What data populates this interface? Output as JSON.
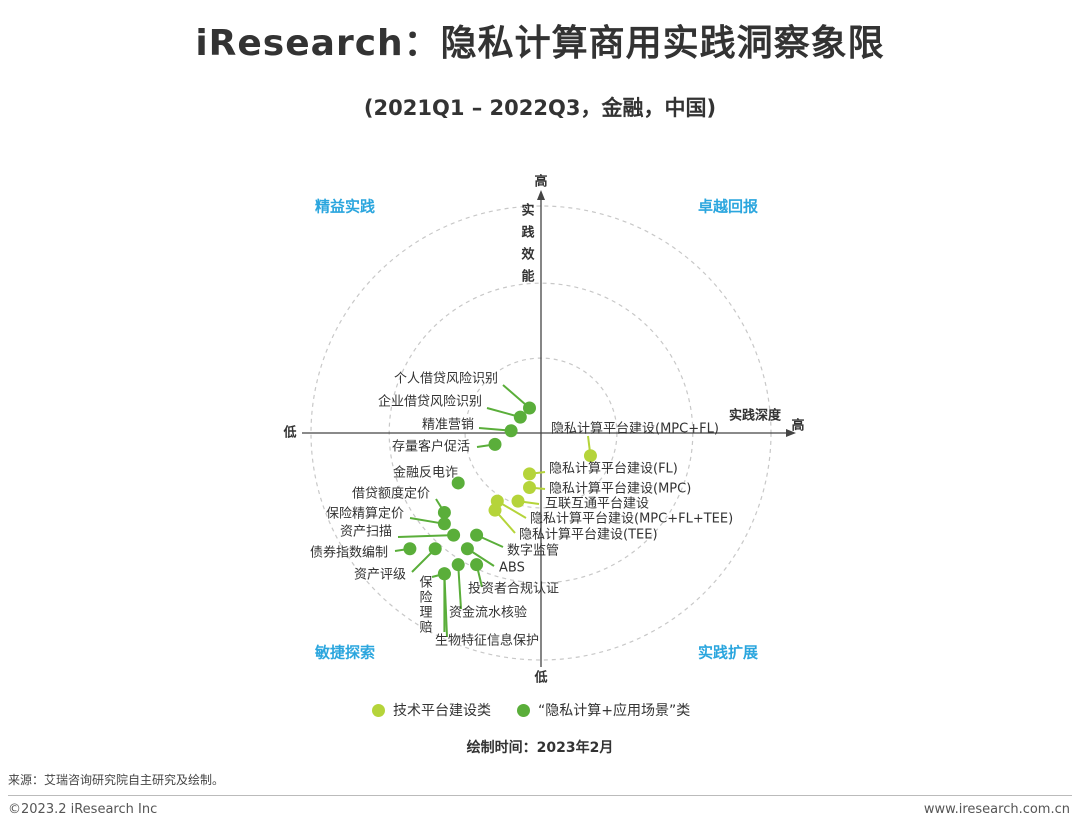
{
  "title": "iResearch：隐私计算商用实践洞察象限",
  "subtitle": "(2021Q1 – 2022Q3，金融，中国)",
  "legend": {
    "tech_label": "技术平台建设类",
    "scene_label": "“隐私计算+应用场景”类"
  },
  "draw_time": "绘制时间：2023年2月",
  "source": "来源：艾瑞咨询研究院自主研究及绘制。",
  "copyright": "©2023.2 iResearch Inc",
  "website": "www.iresearch.com.cn",
  "colors": {
    "tech": "#b5d43a",
    "scene": "#5aae3a",
    "quadrant_label": "#2ba6de",
    "axis": "#444444",
    "circle": "#c8c8c8"
  },
  "chart_data": {
    "type": "scatter",
    "xlabel": "实践深度",
    "ylabel": "实践效能",
    "x_high": "高",
    "x_low": "低",
    "y_high": "高",
    "y_low": "低",
    "xlim": [
      -1,
      1
    ],
    "ylim": [
      -1,
      1
    ],
    "quadrants": {
      "top_left": "精益实践",
      "top_right": "卓越回报",
      "bottom_left": "敏捷探索",
      "bottom_right": "实践扩展"
    },
    "series": [
      {
        "name": "技术平台建设类",
        "group": "tech",
        "points": [
          {
            "label": "隐私计算平台建设(MPC+FL)",
            "x": 0.215,
            "y": -0.1
          },
          {
            "label": "隐私计算平台建设(FL)",
            "x": -0.05,
            "y": -0.18
          },
          {
            "label": "隐私计算平台建设(MPC)",
            "x": -0.05,
            "y": -0.24
          },
          {
            "label": "互联互通平台建设",
            "x": -0.1,
            "y": -0.3
          },
          {
            "label": "隐私计算平台建设(MPC+FL+TEE)",
            "x": -0.19,
            "y": -0.3
          },
          {
            "label": "隐私计算平台建设(TEE)",
            "x": -0.2,
            "y": -0.34
          }
        ]
      },
      {
        "name": "“隐私计算+应用场景”类",
        "group": "scene",
        "points": [
          {
            "label": "个人借贷风险识别",
            "x": -0.05,
            "y": 0.11
          },
          {
            "label": "企业借贷风险识别",
            "x": -0.09,
            "y": 0.07
          },
          {
            "label": "精准营销",
            "x": -0.13,
            "y": 0.01
          },
          {
            "label": "存量客户促活",
            "x": -0.2,
            "y": -0.05
          },
          {
            "label": "金融反电诈",
            "x": -0.36,
            "y": -0.22
          },
          {
            "label": "借贷额度定价",
            "x": -0.42,
            "y": -0.35
          },
          {
            "label": "保险精算定价",
            "x": -0.42,
            "y": -0.4
          },
          {
            "label": "资产扫描",
            "x": -0.38,
            "y": -0.45
          },
          {
            "label": "债券指数编制",
            "x": -0.57,
            "y": -0.51
          },
          {
            "label": "资产评级",
            "x": -0.46,
            "y": -0.51
          },
          {
            "label": "数字监管",
            "x": -0.28,
            "y": -0.45
          },
          {
            "label": "ABS",
            "x": -0.32,
            "y": -0.51
          },
          {
            "label": "投资者合规认证",
            "x": -0.28,
            "y": -0.58
          },
          {
            "label": "资金流水核验",
            "x": -0.36,
            "y": -0.58
          },
          {
            "label": "保险理赔",
            "x": -0.42,
            "y": -0.62
          },
          {
            "label": "生物特征信息保护",
            "x": -0.42,
            "y": -0.62
          }
        ]
      }
    ]
  }
}
